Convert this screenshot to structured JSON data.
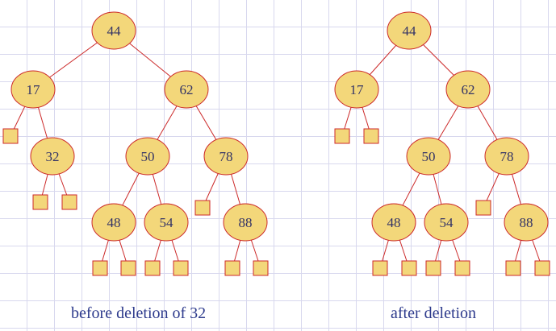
{
  "colors": {
    "node_fill": "#f3d77a",
    "node_stroke": "#cc2a2a",
    "edge": "#cc2a2a",
    "leaf_fill": "#f3d77a",
    "label": "#333366",
    "caption": "#2d3a8c"
  },
  "trees": [
    {
      "id": "before",
      "caption": "before deletion of 32",
      "nodes": [
        {
          "id": "b44",
          "key": "44",
          "parent": null
        },
        {
          "id": "b17",
          "key": "17",
          "parent": "b44"
        },
        {
          "id": "b62",
          "key": "62",
          "parent": "b44"
        },
        {
          "id": "b17L",
          "key": "",
          "leaf": true,
          "parent": "b17"
        },
        {
          "id": "b32",
          "key": "32",
          "parent": "b17"
        },
        {
          "id": "b32L",
          "key": "",
          "leaf": true,
          "parent": "b32"
        },
        {
          "id": "b32R",
          "key": "",
          "leaf": true,
          "parent": "b32"
        },
        {
          "id": "b50",
          "key": "50",
          "parent": "b62"
        },
        {
          "id": "b78",
          "key": "78",
          "parent": "b62"
        },
        {
          "id": "b48",
          "key": "48",
          "parent": "b50"
        },
        {
          "id": "b54",
          "key": "54",
          "parent": "b50"
        },
        {
          "id": "b78L",
          "key": "",
          "leaf": true,
          "parent": "b78"
        },
        {
          "id": "b88",
          "key": "88",
          "parent": "b78"
        },
        {
          "id": "b48L",
          "key": "",
          "leaf": true,
          "parent": "b48"
        },
        {
          "id": "b48R",
          "key": "",
          "leaf": true,
          "parent": "b48"
        },
        {
          "id": "b54L",
          "key": "",
          "leaf": true,
          "parent": "b54"
        },
        {
          "id": "b54R",
          "key": "",
          "leaf": true,
          "parent": "b54"
        },
        {
          "id": "b88L",
          "key": "",
          "leaf": true,
          "parent": "b88"
        },
        {
          "id": "b88R",
          "key": "",
          "leaf": true,
          "parent": "b88"
        }
      ]
    },
    {
      "id": "after",
      "caption": "after deletion",
      "nodes": [
        {
          "id": "a44",
          "key": "44",
          "parent": null
        },
        {
          "id": "a17",
          "key": "17",
          "parent": "a44"
        },
        {
          "id": "a62",
          "key": "62",
          "parent": "a44"
        },
        {
          "id": "a17L",
          "key": "",
          "leaf": true,
          "parent": "a17"
        },
        {
          "id": "a17R",
          "key": "",
          "leaf": true,
          "parent": "a17"
        },
        {
          "id": "a50",
          "key": "50",
          "parent": "a62"
        },
        {
          "id": "a78",
          "key": "78",
          "parent": "a62"
        },
        {
          "id": "a48",
          "key": "48",
          "parent": "a50"
        },
        {
          "id": "a54",
          "key": "54",
          "parent": "a50"
        },
        {
          "id": "a78L",
          "key": "",
          "leaf": true,
          "parent": "a78"
        },
        {
          "id": "a88",
          "key": "88",
          "parent": "a78"
        },
        {
          "id": "a48L",
          "key": "",
          "leaf": true,
          "parent": "a48"
        },
        {
          "id": "a48R",
          "key": "",
          "leaf": true,
          "parent": "a48"
        },
        {
          "id": "a54L",
          "key": "",
          "leaf": true,
          "parent": "a54"
        },
        {
          "id": "a54R",
          "key": "",
          "leaf": true,
          "parent": "a54"
        },
        {
          "id": "a88L",
          "key": "",
          "leaf": true,
          "parent": "a88"
        },
        {
          "id": "a88R",
          "key": "",
          "leaf": true,
          "parent": "a88"
        }
      ]
    }
  ]
}
